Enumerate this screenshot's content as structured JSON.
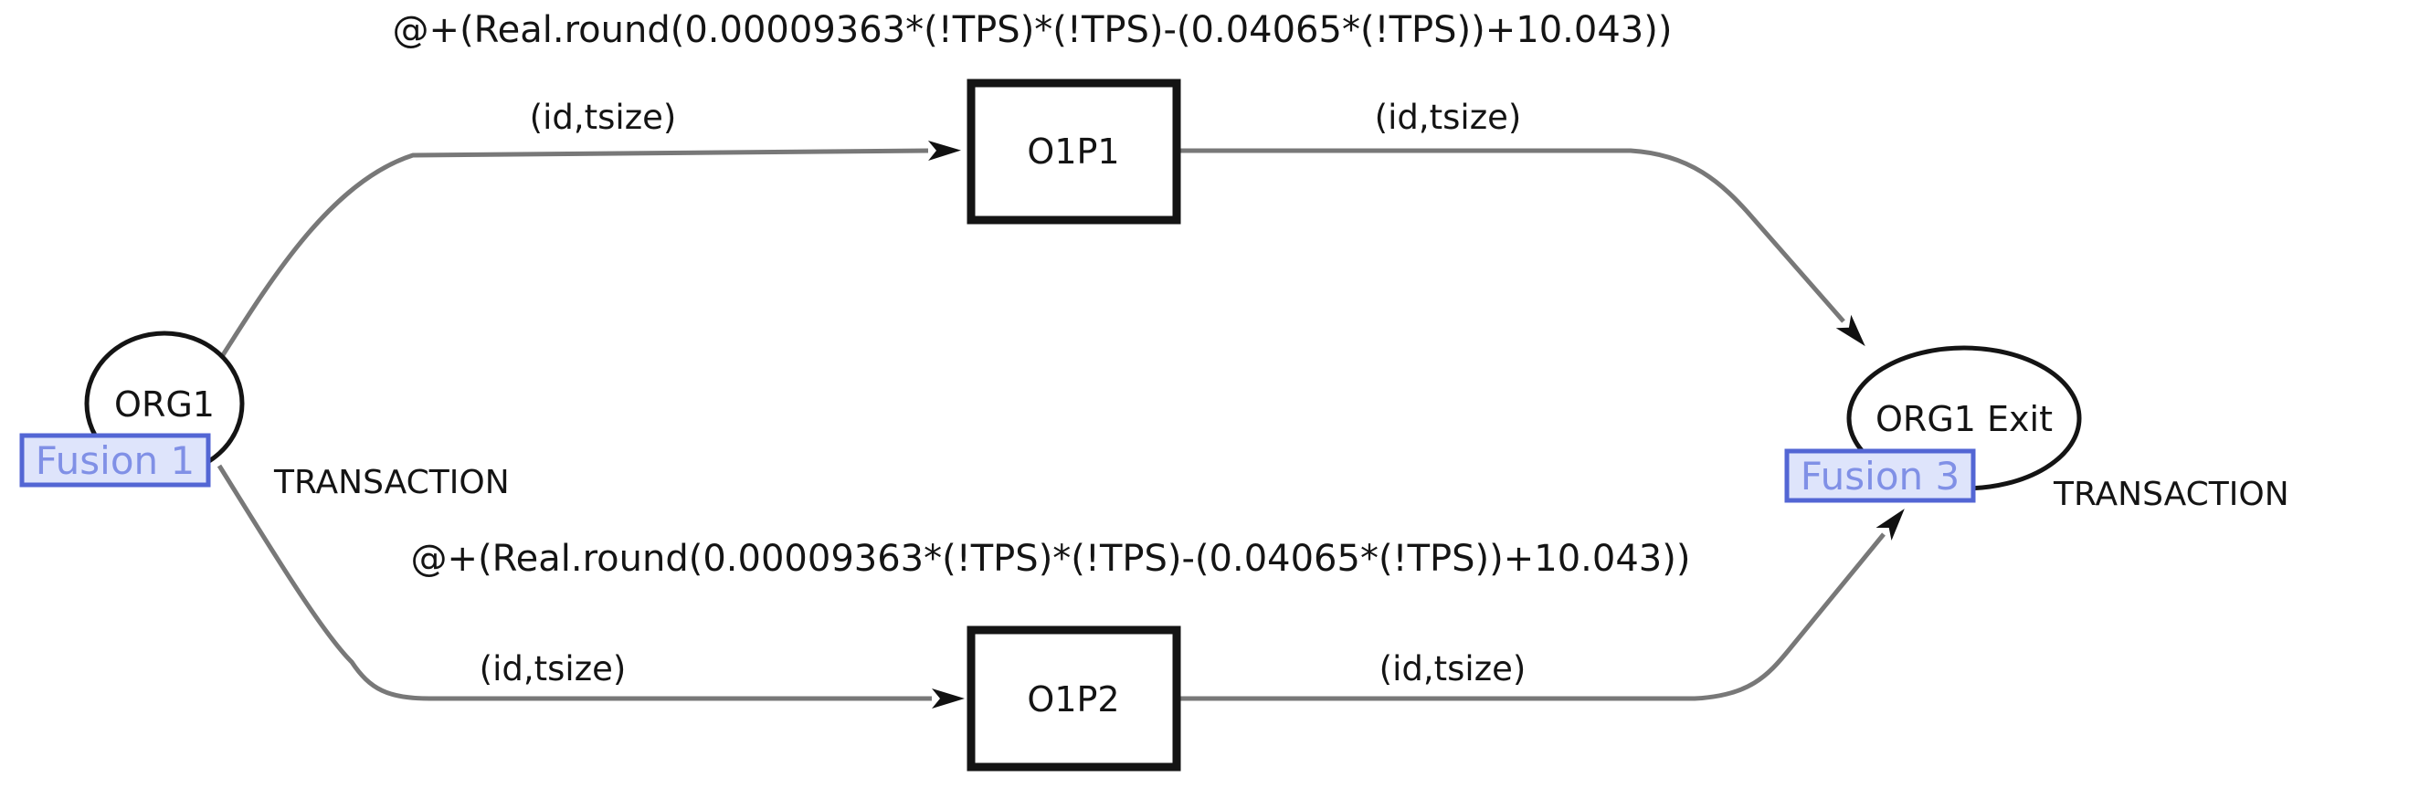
{
  "diagram": {
    "places": {
      "org1": {
        "label": "ORG1",
        "fusion_tag": "Fusion 1",
        "colorset": "TRANSACTION"
      },
      "org1_exit": {
        "label": "ORG1 Exit",
        "fusion_tag": "Fusion 3",
        "colorset": "TRANSACTION"
      }
    },
    "transitions": {
      "o1p1": {
        "label": "O1P1",
        "delay_expression": "@+(Real.round(0.00009363*(!TPS)*(!TPS)-(0.04065*(!TPS))+10.043))"
      },
      "o1p2": {
        "label": "O1P2",
        "delay_expression": "@+(Real.round(0.00009363*(!TPS)*(!TPS)-(0.04065*(!TPS))+10.043))"
      }
    },
    "arcs": {
      "org1_to_o1p1": {
        "inscription": "(id,tsize)"
      },
      "o1p1_to_org1_exit": {
        "inscription": "(id,tsize)"
      },
      "org1_to_o1p2": {
        "inscription": "(id,tsize)"
      },
      "o1p2_to_org1_exit": {
        "inscription": "(id,tsize)"
      }
    },
    "colors": {
      "background": "#ffffff",
      "node_stroke": "#141414",
      "arc_stroke": "#787878",
      "arrowhead": "#111111",
      "fusion_fill": "#dee4fb",
      "fusion_border": "#5366d4",
      "fusion_text": "#8090e6"
    }
  }
}
